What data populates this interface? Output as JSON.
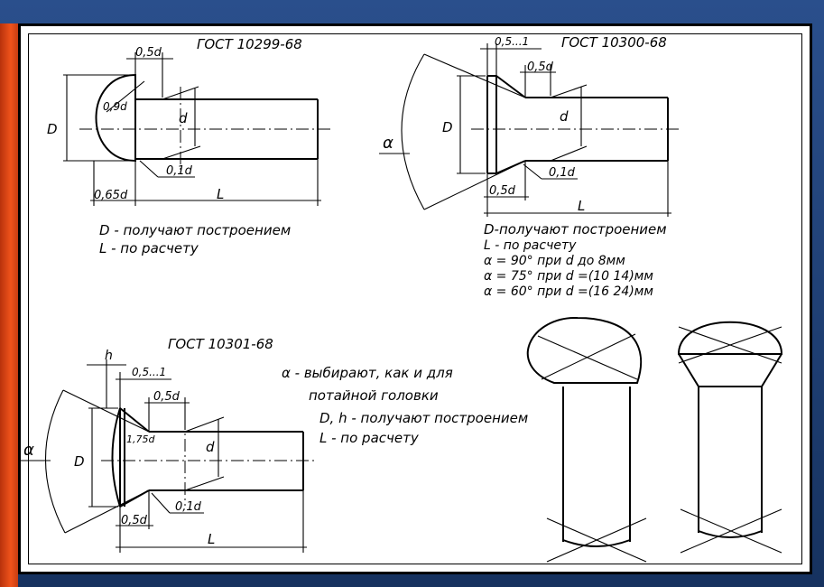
{
  "gost": {
    "a": "ГОСТ 10299-68",
    "b": "ГОСТ 10300-68",
    "c": "ГОСТ 10301-68"
  },
  "dims": {
    "half_d": "0,5d",
    "d09": "0,9d",
    "d": "d",
    "D": "D",
    "d01": "0,1d",
    "d065": "0,65d",
    "L": "L",
    "range": "0,5...1",
    "d175": "1,75d",
    "h": "h",
    "alpha": "α"
  },
  "notes": {
    "a1": "D - получают построением",
    "a2": "L - по расчету",
    "b1": "D-получают построением",
    "b2": "L - по расчету",
    "b3": "α = 90° при d до 8мм",
    "b4": "α = 75° при d =(10   14)мм",
    "b5": "α = 60° при d =(16   24)мм",
    "c1": "α - выбирают, как и для",
    "c2": "потайной головки",
    "c3": "D, h - получают построением",
    "c4": "L - по расчету"
  }
}
